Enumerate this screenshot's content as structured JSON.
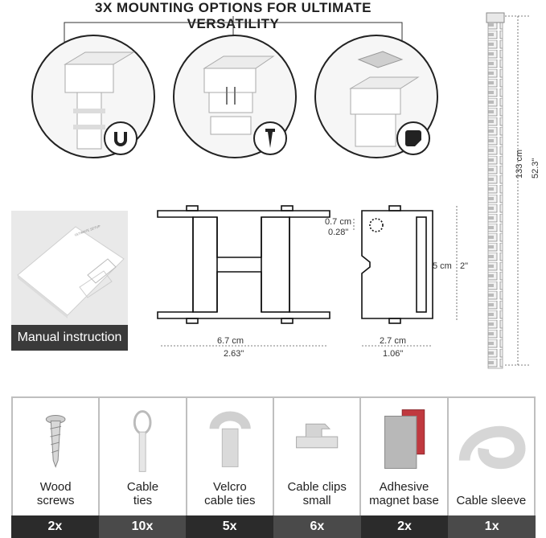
{
  "headline": "3X MOUNTING OPTIONS FOR ULTIMATE VERSATILITY",
  "manual": {
    "label": "Manual instruction",
    "booklet_brand": "ULTIMATE SETUP"
  },
  "dimensions": {
    "width_cm": "6.7 cm",
    "width_in": "2.63\"",
    "depth_cm": "2.7 cm",
    "depth_in": "1.06\"",
    "hole_cm": "0.7 cm",
    "hole_in": "0.28\"",
    "height_cm": "5 cm",
    "height_in": "2\"",
    "tower_cm": "133 cm",
    "tower_in": "52.3\""
  },
  "mounting_options": [
    {
      "icon": "magnet-icon"
    },
    {
      "icon": "screw-icon"
    },
    {
      "icon": "adhesive-tape-icon"
    }
  ],
  "items": [
    {
      "label_line1": "Wood",
      "label_line2": "screws",
      "qty": "2x",
      "icon": "wood-screw-icon"
    },
    {
      "label_line1": "Cable",
      "label_line2": "ties",
      "qty": "10x",
      "icon": "cable-tie-icon"
    },
    {
      "label_line1": "Velcro",
      "label_line2": "cable ties",
      "qty": "5x",
      "icon": "velcro-tie-icon"
    },
    {
      "label_line1": "Cable clips",
      "label_line2": "small",
      "qty": "6x",
      "icon": "cable-clip-icon"
    },
    {
      "label_line1": "Adhesive",
      "label_line2": "magnet base",
      "qty": "2x",
      "icon": "magnet-base-icon"
    },
    {
      "label_line1": "",
      "label_line2": "Cable sleeve",
      "qty": "1x",
      "icon": "cable-sleeve-icon"
    }
  ],
  "colors": {
    "dark_bar": "#2b2b2b",
    "light_bar": "#4a4a4a",
    "border": "#bfbfbf"
  }
}
